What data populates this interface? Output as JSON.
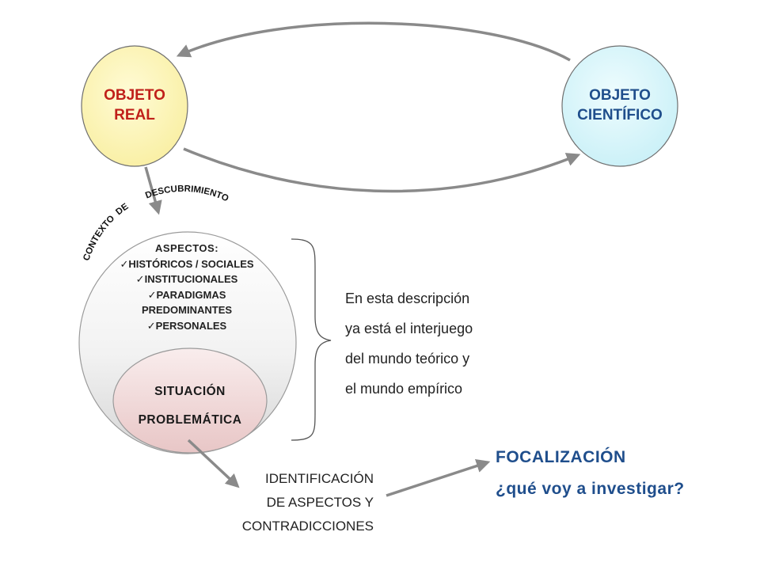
{
  "nodes": {
    "objeto_real": [
      "OBJETO",
      "REAL"
    ],
    "objeto_cientifico": [
      "OBJETO",
      "CIENTÍFICO"
    ]
  },
  "context": {
    "arc_left": "CONTEXTO  DE",
    "arc_right": "DESCUBRIMIENTO",
    "aspects_title": "ASPECTOS:",
    "aspects": [
      "HISTÓRICOS / SOCIALES",
      "INSTITUCIONALES",
      "PARADIGMAS",
      "PREDOMINANTES",
      "PERSONALES"
    ],
    "situation": [
      "SITUACIÓN",
      "PROBLEMÁTICA"
    ]
  },
  "description": [
    "En esta descripción",
    "ya está el interjuego",
    "del mundo teórico y",
    "el mundo empírico"
  ],
  "identification": [
    "IDENTIFICACIÓN",
    "DE ASPECTOS Y",
    "CONTRADICCIONES"
  ],
  "focalization": {
    "title": "FOCALIZACIÓN",
    "question": "¿qué voy a investigar?"
  },
  "colors": {
    "objeto_real_fill": "#fdf6b4",
    "objeto_cientifico_fill": "#d9f6fb",
    "real_text": "#c0201a",
    "cientifico_text": "#1f4e8c",
    "arrow": "#8a8a8a",
    "situation_fill": "#f3dcdc"
  }
}
